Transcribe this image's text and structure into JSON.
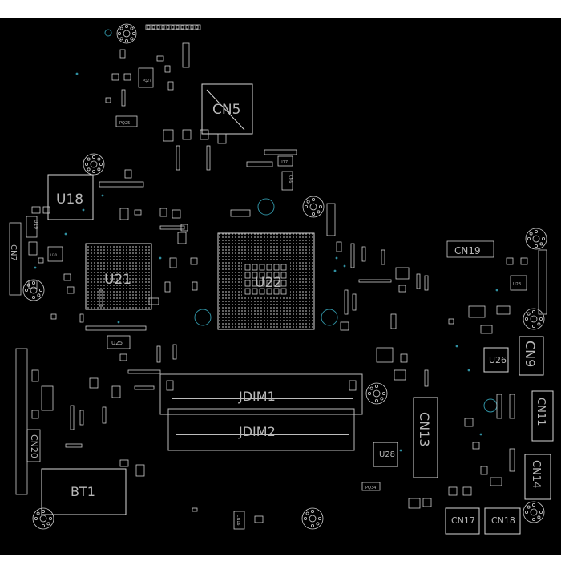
{
  "board": {
    "background": "#000000",
    "silkscreen_color": "#d8d8d8",
    "via_color": "#2f8fa0"
  },
  "components": {
    "cn5": "CN5",
    "u18": "U18",
    "u21": "U21",
    "u22": "U22",
    "cn19": "CN19",
    "cn7": "CN7",
    "u26": "U26",
    "cn9": "CN9",
    "jdim1": "JDIM1",
    "jdim2": "JDIM2",
    "cn13": "CN13",
    "u28": "U28",
    "cn11": "CN11",
    "cn14": "CN14",
    "cn20": "CN20",
    "bt1": "BT1",
    "cn17": "CN17",
    "cn18": "CN18",
    "u25": "U25",
    "u17": "U17",
    "u19": "U19",
    "u23": "U23",
    "cn6": "CN6",
    "cn16": "CN16",
    "pq25": "PQ25",
    "pq27": "PQ27",
    "pq34": "PQ34",
    "u30": "U30"
  }
}
